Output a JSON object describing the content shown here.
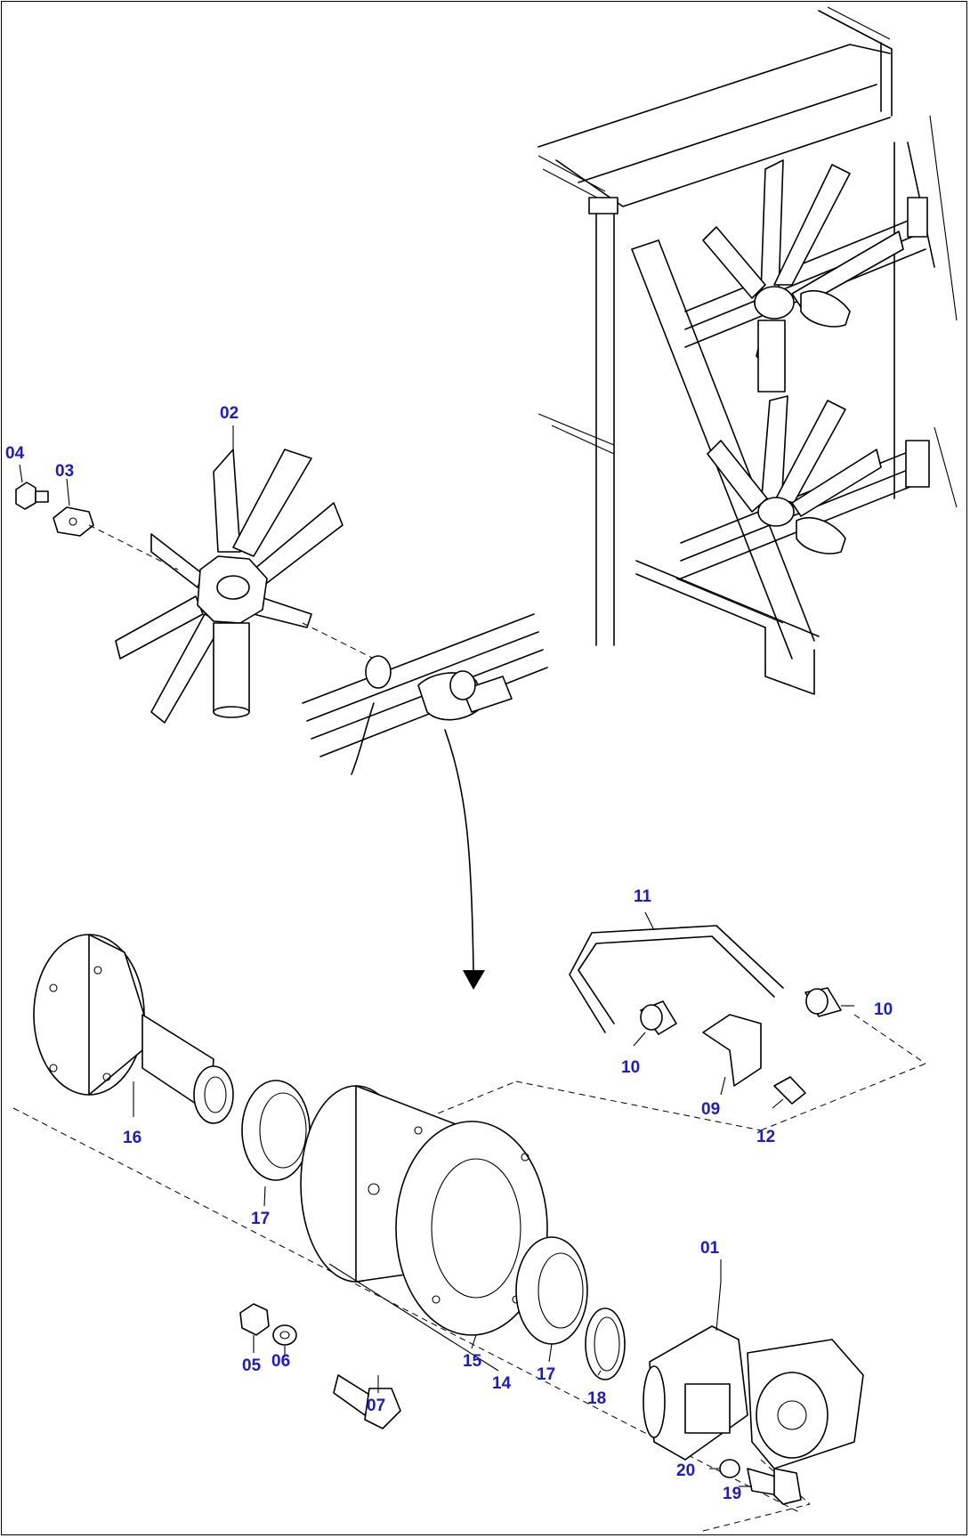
{
  "colors": {
    "line": "#000000",
    "callout": "#1a1ad6",
    "background": "#ffffff"
  },
  "callouts": [
    {
      "id": "c02",
      "text": "02"
    },
    {
      "id": "c04",
      "text": "04"
    },
    {
      "id": "c03",
      "text": "03"
    },
    {
      "id": "c11",
      "text": "11"
    },
    {
      "id": "c10a",
      "text": "10"
    },
    {
      "id": "c10b",
      "text": "10"
    },
    {
      "id": "c09",
      "text": "09"
    },
    {
      "id": "c12",
      "text": "12"
    },
    {
      "id": "c16",
      "text": "16"
    },
    {
      "id": "c17a",
      "text": "17"
    },
    {
      "id": "c01",
      "text": "01"
    },
    {
      "id": "c05",
      "text": "05"
    },
    {
      "id": "c06",
      "text": "06"
    },
    {
      "id": "c15",
      "text": "15"
    },
    {
      "id": "c17b",
      "text": "17"
    },
    {
      "id": "c07",
      "text": "07"
    },
    {
      "id": "c14",
      "text": "14"
    },
    {
      "id": "c18",
      "text": "18"
    },
    {
      "id": "c20",
      "text": "20"
    },
    {
      "id": "c19",
      "text": "19"
    }
  ]
}
